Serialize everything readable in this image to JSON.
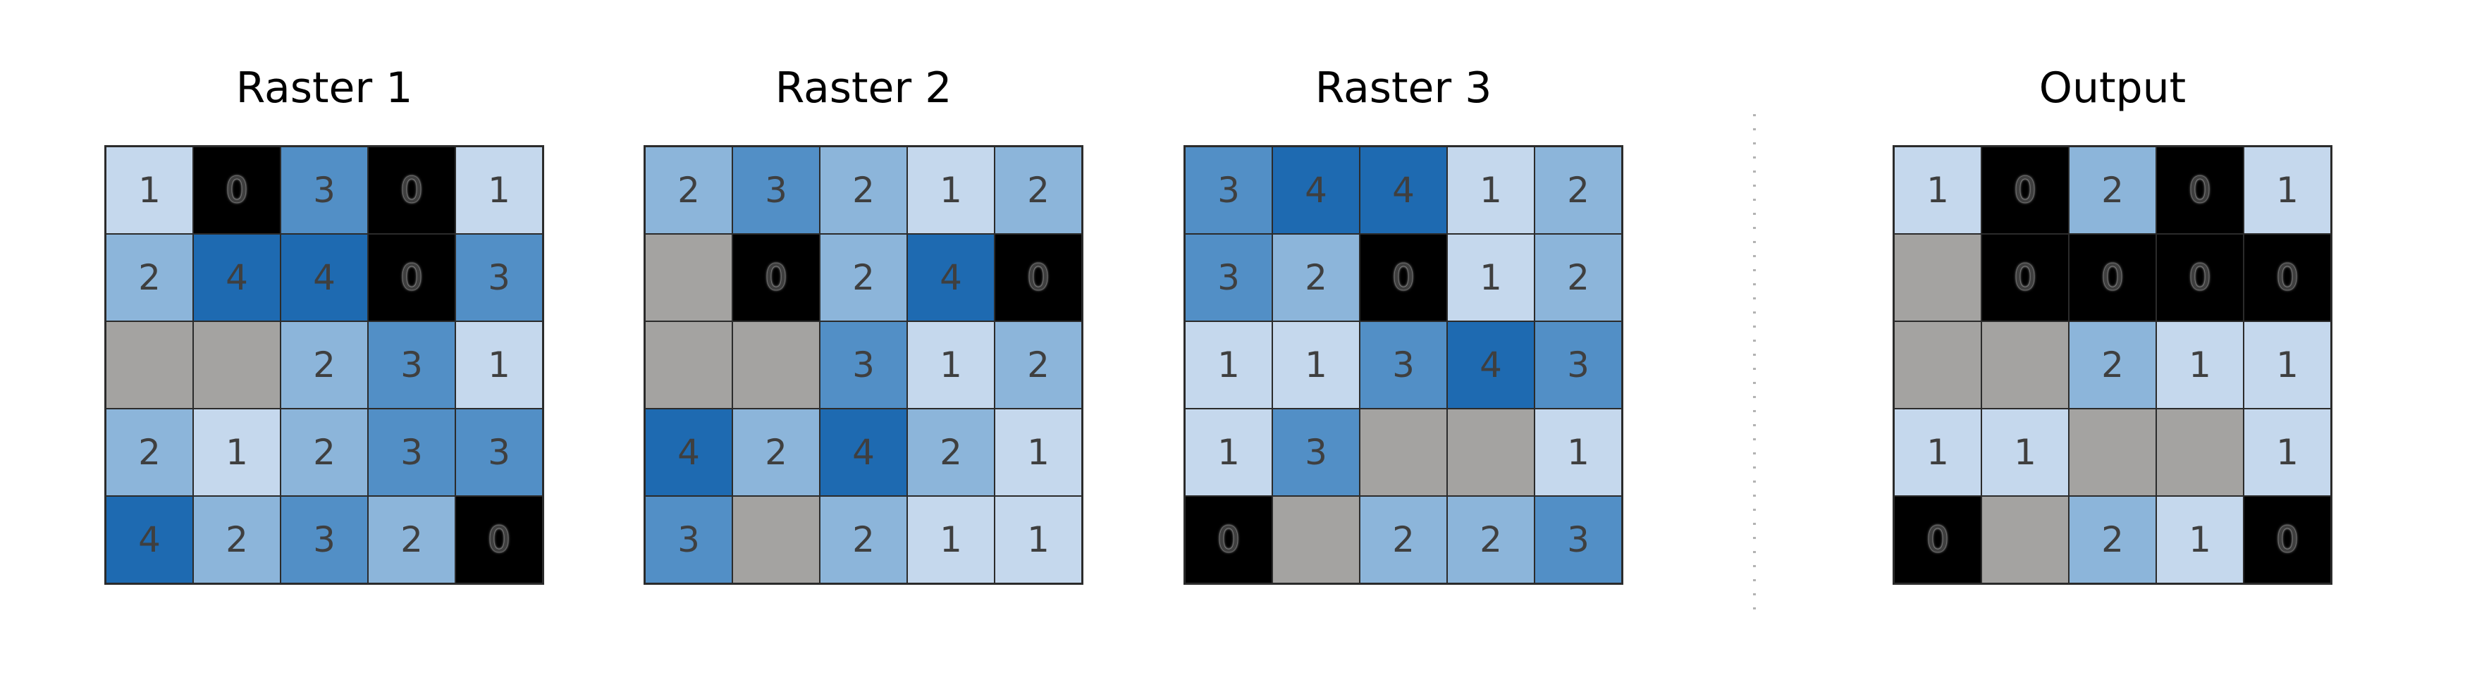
{
  "figure": {
    "kind": "raster-local-operation-diagram",
    "grid_size": "5x5"
  },
  "panels": [
    {
      "title": "Raster 1",
      "rows": [
        [
          1,
          0,
          3,
          0,
          1
        ],
        [
          2,
          4,
          4,
          0,
          3
        ],
        [
          null,
          null,
          2,
          3,
          1
        ],
        [
          2,
          1,
          2,
          3,
          3
        ],
        [
          4,
          2,
          3,
          2,
          0
        ]
      ]
    },
    {
      "title": "Raster 2",
      "rows": [
        [
          2,
          3,
          2,
          1,
          2
        ],
        [
          null,
          0,
          2,
          4,
          0
        ],
        [
          null,
          null,
          3,
          1,
          2
        ],
        [
          4,
          2,
          4,
          2,
          1
        ],
        [
          3,
          null,
          2,
          1,
          1
        ]
      ]
    },
    {
      "title": "Raster 3",
      "rows": [
        [
          3,
          4,
          4,
          1,
          2
        ],
        [
          3,
          2,
          0,
          1,
          2
        ],
        [
          1,
          1,
          3,
          4,
          3
        ],
        [
          1,
          3,
          null,
          null,
          1
        ],
        [
          0,
          null,
          2,
          2,
          3
        ]
      ]
    },
    {
      "title": "Output",
      "rows": [
        [
          1,
          0,
          2,
          0,
          1
        ],
        [
          null,
          0,
          0,
          0,
          0
        ],
        [
          null,
          null,
          2,
          1,
          1
        ],
        [
          1,
          1,
          null,
          null,
          1
        ],
        [
          0,
          null,
          2,
          1,
          0
        ]
      ]
    }
  ],
  "palette": {
    "v0": "#000000",
    "v1": "#c5d8ed",
    "v2": "#8cb5da",
    "v3": "#528fc6",
    "v4": "#1e6ab1",
    "nodata": "#a4a3a1"
  },
  "colors": {
    "background": "#ffffff",
    "grid_line": "#2b2b2b",
    "digit": "#3f3f3f",
    "divider": "#b3b3b3",
    "title": "#000000"
  }
}
